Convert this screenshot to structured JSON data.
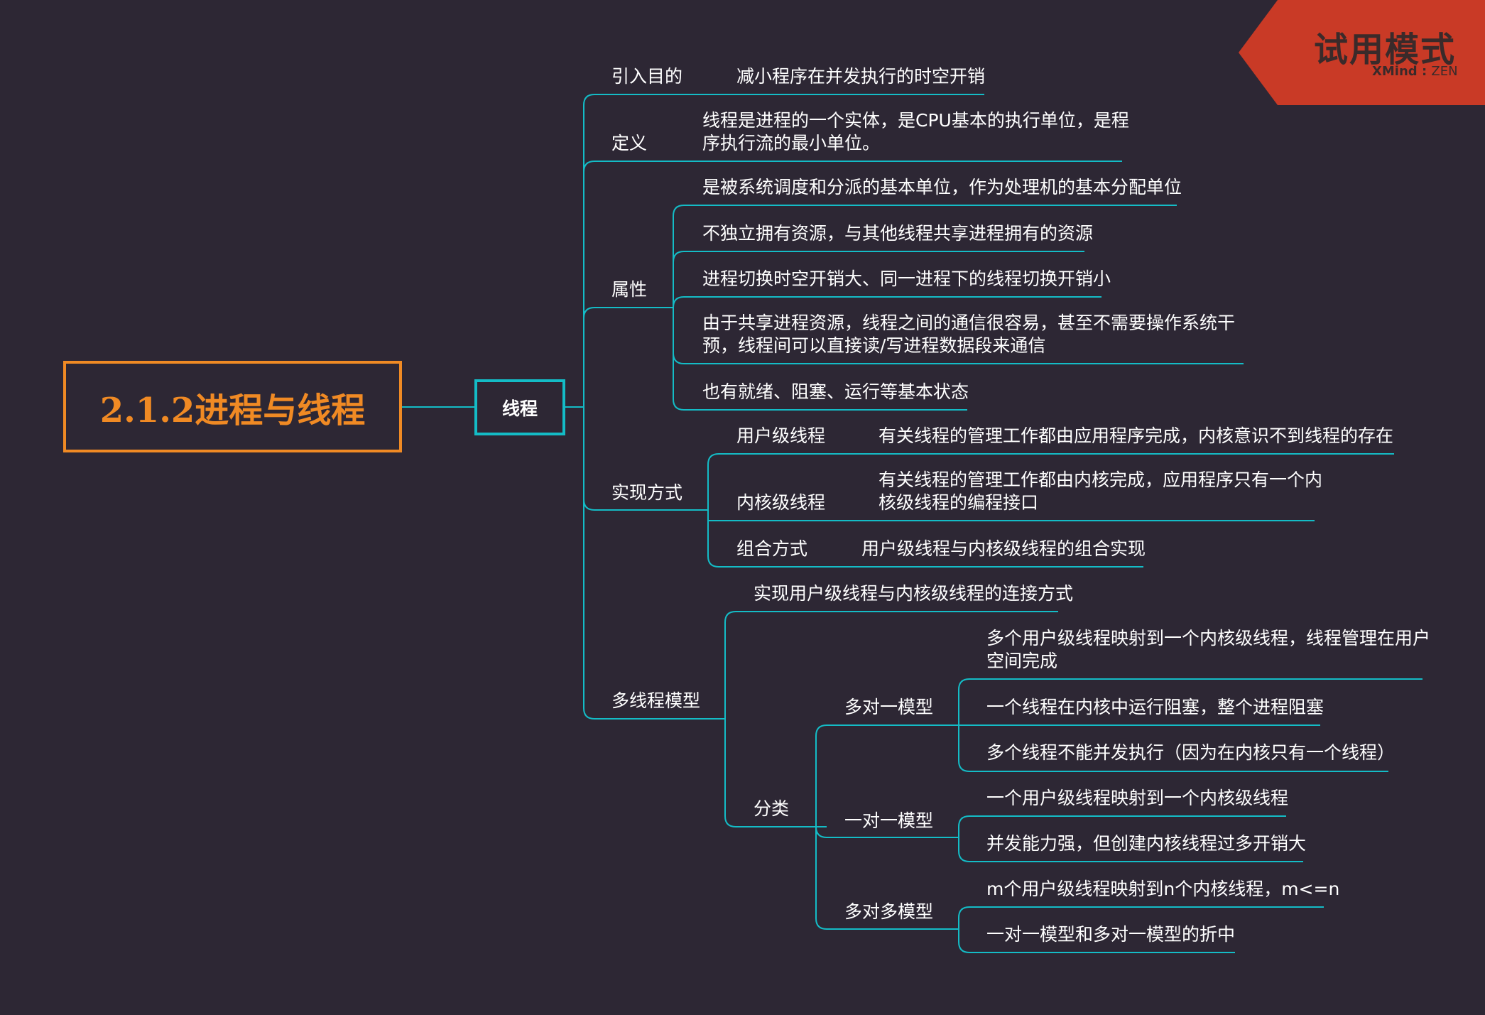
{
  "root": {
    "label": "2.1.2进程与线程"
  },
  "main": {
    "label": "线程"
  },
  "watermark": {
    "title": "试用模式",
    "brand": "XMind",
    "edition": "ZEN"
  },
  "branches": {
    "purpose": {
      "label": "引入目的",
      "detail": "减小程序在并发执行的时空开销"
    },
    "definition": {
      "label": "定义",
      "detail_line1": "线程是进程的一个实体，是CPU基本的执行单位，是程",
      "detail_line2": "序执行流的最小单位。"
    },
    "attributes": {
      "label": "属性",
      "items": [
        "是被系统调度和分派的基本单位，作为处理机的基本分配单位",
        "不独立拥有资源，与其他线程共享进程拥有的资源",
        "进程切换时空开销大、同一进程下的线程切换开销小",
        "由于共享进程资源，线程之间的通信很容易，甚至不需要操作系统干",
        "预，线程间可以直接读/写进程数据段来通信",
        "也有就绪、阻塞、运行等基本状态"
      ]
    },
    "implementation": {
      "label": "实现方式",
      "user": {
        "label": "用户级线程",
        "detail": "有关线程的管理工作都由应用程序完成，内核意识不到线程的存在"
      },
      "kernel": {
        "label": "内核级线程",
        "detail_line1": "有关线程的管理工作都由内核完成，应用程序只有一个内",
        "detail_line2": "核级线程的编程接口"
      },
      "combined": {
        "label": "组合方式",
        "detail": "用户级线程与内核级线程的组合实现"
      }
    },
    "multithread": {
      "label": "多线程模型",
      "desc": "实现用户级线程与内核级线程的连接方式",
      "category": {
        "label": "分类"
      },
      "many_to_one": {
        "label": "多对一模型",
        "items": [
          "多个用户级线程映射到一个内核级线程，线程管理在用户",
          "空间完成",
          "一个线程在内核中运行阻塞，整个进程阻塞",
          "多个线程不能并发执行（因为在内核只有一个线程）"
        ]
      },
      "one_to_one": {
        "label": "一对一模型",
        "items": [
          "一个用户级线程映射到一个内核级线程",
          "并发能力强，但创建内核线程过多开销大"
        ]
      },
      "many_to_many": {
        "label": "多对多模型",
        "items": [
          "m个用户级线程映射到n个内核线程，m<=n",
          "一对一模型和多对一模型的折中"
        ]
      }
    }
  },
  "colors": {
    "background": "#2d2734",
    "connector": "#14bcc6",
    "root": "#f08a24",
    "badge": "#c93a26",
    "text": "#ffffff"
  }
}
